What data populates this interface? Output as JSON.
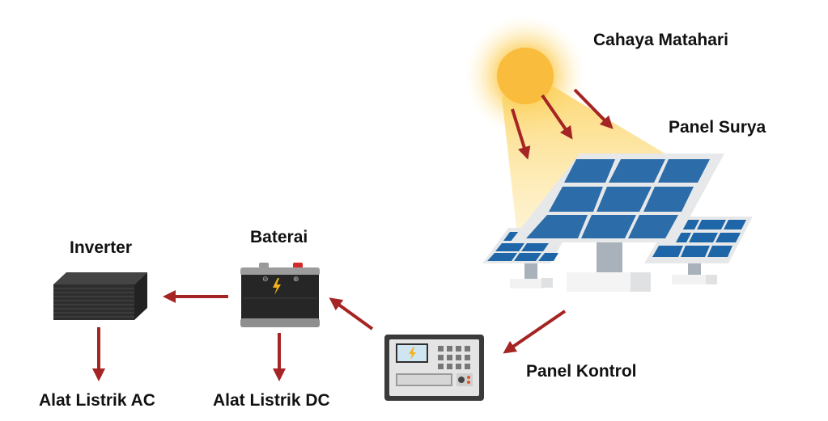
{
  "labels": {
    "sunlight": "Cahaya Matahari",
    "solar_panel": "Panel Surya",
    "control_panel": "Panel Kontrol",
    "battery": "Baterai",
    "inverter": "Inverter",
    "ac_appliances": "Alat Listrik AC",
    "dc_appliances": "Alat Listrik DC"
  },
  "colors": {
    "arrow": "#a52424",
    "sun": "#f9bc3c",
    "panel_cell": "#1a5f9c",
    "device_dark": "#2b2b2b"
  }
}
